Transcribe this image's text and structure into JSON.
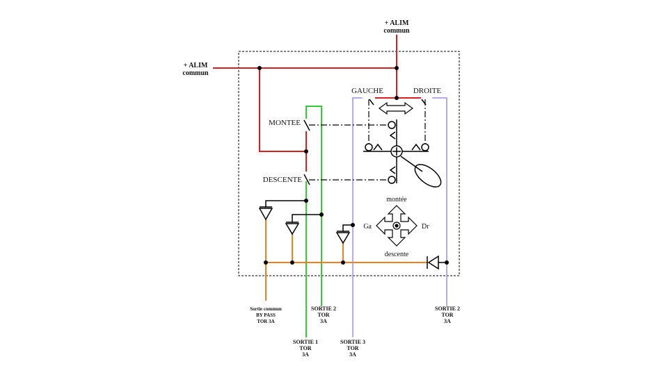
{
  "colors": {
    "alim_wire": "#d6201f",
    "output1_wire": "#33cc33",
    "output_purple_wire": "#a58be8",
    "bypass_wire": "#f07f1e",
    "black_wire": "#000000"
  },
  "supply": {
    "top": {
      "line1": "+ ALIM",
      "line2": "commun"
    },
    "left": {
      "line1": "+ ALIM",
      "line2": "commun"
    }
  },
  "contacts": {
    "gauche": "GAUCHE",
    "droite": "DROITE",
    "montee": "MONTEE",
    "descente": "DESCENTE"
  },
  "joystick": {
    "up": "montée",
    "down": "descente",
    "left": "Ga",
    "right": "Dr"
  },
  "outputs": {
    "bypass": {
      "line1": "Sortie commun",
      "line2": "BY PASS",
      "line3": "TOR 3A"
    },
    "sortie2_left": {
      "line1": "SORTIE 2",
      "line2": "TOR",
      "line3": "3A"
    },
    "sortie1": {
      "line1": "SORTIE 1",
      "line2": "TOR",
      "line3": "3A"
    },
    "sortie3": {
      "line1": "SORTIE 3",
      "line2": "TOR",
      "line3": "3A"
    },
    "sortie2_right": {
      "line1": "SORTIE 2",
      "line2": "TOR",
      "line3": "3A"
    }
  }
}
